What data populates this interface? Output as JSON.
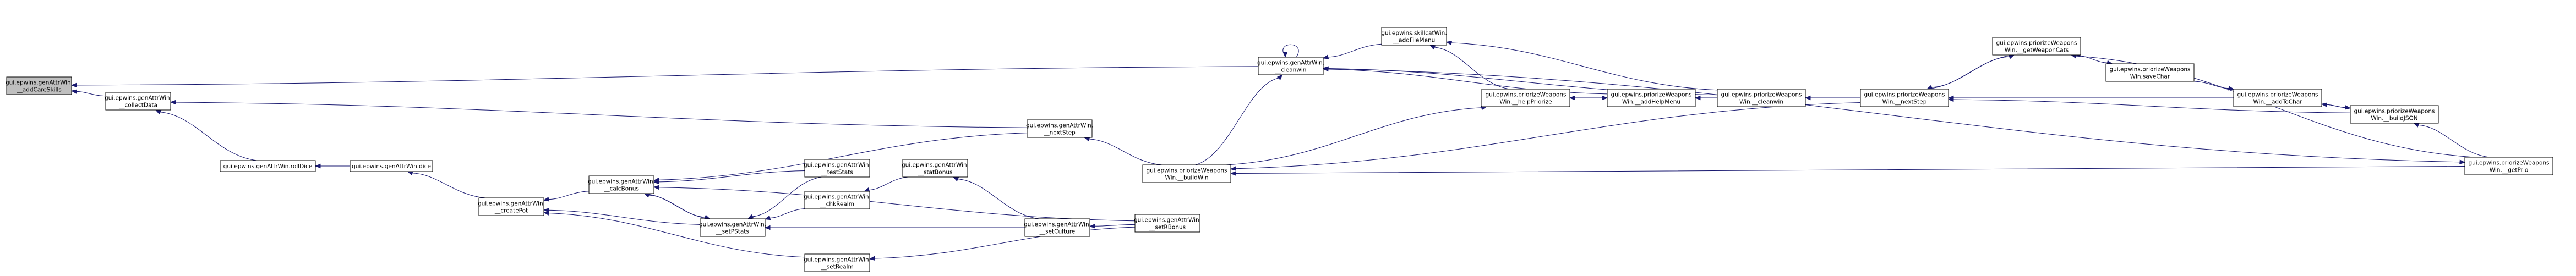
{
  "colors": {
    "node_fill": "#ffffff",
    "root_fill": "#bfbfbf",
    "node_border": "#000000",
    "edge": "#191970"
  },
  "nodes": [
    {
      "id": "n0",
      "lines": [
        "gui.epwins.genAttrWin.",
        "__addCareSkills"
      ],
      "root": true
    },
    {
      "id": "n1",
      "lines": [
        "gui.epwins.genAttrWin.",
        "__collectData"
      ]
    },
    {
      "id": "n2",
      "lines": [
        "gui.epwins.genAttrWin.rollDice"
      ]
    },
    {
      "id": "n3",
      "lines": [
        "gui.epwins.genAttrWin.dice"
      ]
    },
    {
      "id": "n4",
      "lines": [
        "gui.epwins.genAttrWin.",
        "__createPot"
      ]
    },
    {
      "id": "n5",
      "lines": [
        "gui.epwins.genAttrWin.",
        "__calcBonus"
      ]
    },
    {
      "id": "n6",
      "lines": [
        "gui.epwins.genAttrWin.",
        "__setPStats"
      ]
    },
    {
      "id": "n7",
      "lines": [
        "gui.epwins.genAttrWin.",
        "__setRealm"
      ]
    },
    {
      "id": "n8",
      "lines": [
        "gui.epwins.genAttrWin.",
        "__testStats"
      ]
    },
    {
      "id": "n9",
      "lines": [
        "gui.epwins.genAttrWin.",
        "__chkRealm"
      ]
    },
    {
      "id": "n10",
      "lines": [
        "gui.epwins.genAttrWin.",
        "__statBonus"
      ]
    },
    {
      "id": "n11",
      "lines": [
        "gui.epwins.genAttrWin.",
        "__setCulture"
      ]
    },
    {
      "id": "n12",
      "lines": [
        "gui.epwins.genAttrWin.",
        "__setRBonus"
      ]
    },
    {
      "id": "n13",
      "lines": [
        "gui.epwins.genAttrWin.",
        "__nextStep"
      ]
    },
    {
      "id": "n14",
      "lines": [
        "gui.epwins.genAttrWin.",
        "__cleanwin"
      ]
    },
    {
      "id": "n15",
      "lines": [
        "gui.epwins.skillcatWin.",
        "__addFileMenu"
      ]
    },
    {
      "id": "n16",
      "lines": [
        "gui.epwins.priorizeWeapons",
        "Win.__buildWin"
      ]
    },
    {
      "id": "n17",
      "lines": [
        "gui.epwins.priorizeWeapons",
        "Win.__helpPriorize"
      ]
    },
    {
      "id": "n18",
      "lines": [
        "gui.epwins.priorizeWeapons",
        "Win.__addHelpMenu"
      ]
    },
    {
      "id": "n19",
      "lines": [
        "gui.epwins.priorizeWeapons",
        "Win.__cleanwin"
      ]
    },
    {
      "id": "n20",
      "lines": [
        "gui.epwins.priorizeWeapons",
        "Win.__nextStep"
      ]
    },
    {
      "id": "n21",
      "lines": [
        "gui.epwins.priorizeWeapons",
        "Win.__getWeaponCats"
      ]
    },
    {
      "id": "n22",
      "lines": [
        "gui.epwins.priorizeWeapons",
        "Win.saveChar"
      ]
    },
    {
      "id": "n23",
      "lines": [
        "gui.epwins.priorizeWeapons",
        "Win.__addToChar"
      ]
    },
    {
      "id": "n24",
      "lines": [
        "gui.epwins.priorizeWeapons",
        "Win.__buildJSON"
      ]
    },
    {
      "id": "n25",
      "lines": [
        "gui.epwins.priorizeWeapons",
        "Win.__getPrio"
      ]
    }
  ],
  "edges": [
    {
      "from": "n1",
      "to": "n0"
    },
    {
      "from": "n14",
      "to": "n0"
    },
    {
      "from": "n2",
      "to": "n1"
    },
    {
      "from": "n13",
      "to": "n1"
    },
    {
      "from": "n3",
      "to": "n2"
    },
    {
      "from": "n4",
      "to": "n3"
    },
    {
      "from": "n5",
      "to": "n4"
    },
    {
      "from": "n6",
      "to": "n4"
    },
    {
      "from": "n7",
      "to": "n4"
    },
    {
      "from": "n6",
      "to": "n5"
    },
    {
      "from": "n8",
      "to": "n5"
    },
    {
      "from": "n13",
      "to": "n5"
    },
    {
      "from": "n12",
      "to": "n5"
    },
    {
      "from": "n5",
      "to": "n6"
    },
    {
      "from": "n8",
      "to": "n6"
    },
    {
      "from": "n9",
      "to": "n6"
    },
    {
      "from": "n11",
      "to": "n6"
    },
    {
      "from": "n12",
      "to": "n7"
    },
    {
      "from": "n10",
      "to": "n9"
    },
    {
      "from": "n11",
      "to": "n10"
    },
    {
      "from": "n16",
      "to": "n13"
    },
    {
      "from": "n12",
      "to": "n11"
    },
    {
      "from": "n16",
      "to": "n14"
    },
    {
      "from": "n15",
      "to": "n14"
    },
    {
      "from": "n18",
      "to": "n14"
    },
    {
      "from": "n19",
      "to": "n14"
    },
    {
      "from": "n14",
      "to": "n14"
    },
    {
      "from": "n17",
      "to": "n15"
    },
    {
      "from": "n19",
      "to": "n15"
    },
    {
      "from": "n20",
      "to": "n16"
    },
    {
      "from": "n25",
      "to": "n16"
    },
    {
      "from": "n16",
      "to": "n17"
    },
    {
      "from": "n18",
      "to": "n17"
    },
    {
      "from": "n19",
      "to": "n18"
    },
    {
      "from": "n17",
      "to": "n18"
    },
    {
      "from": "n20",
      "to": "n19"
    },
    {
      "from": "n21",
      "to": "n20"
    },
    {
      "from": "n23",
      "to": "n20"
    },
    {
      "from": "n24",
      "to": "n20"
    },
    {
      "from": "n20",
      "to": "n21"
    },
    {
      "from": "n25",
      "to": "n21"
    },
    {
      "from": "n21",
      "to": "n22"
    },
    {
      "from": "n22",
      "to": "n23"
    },
    {
      "from": "n24",
      "to": "n23"
    },
    {
      "from": "n23",
      "to": "n24"
    },
    {
      "from": "n25",
      "to": "n24"
    },
    {
      "from": "n14",
      "to": "n25"
    }
  ]
}
